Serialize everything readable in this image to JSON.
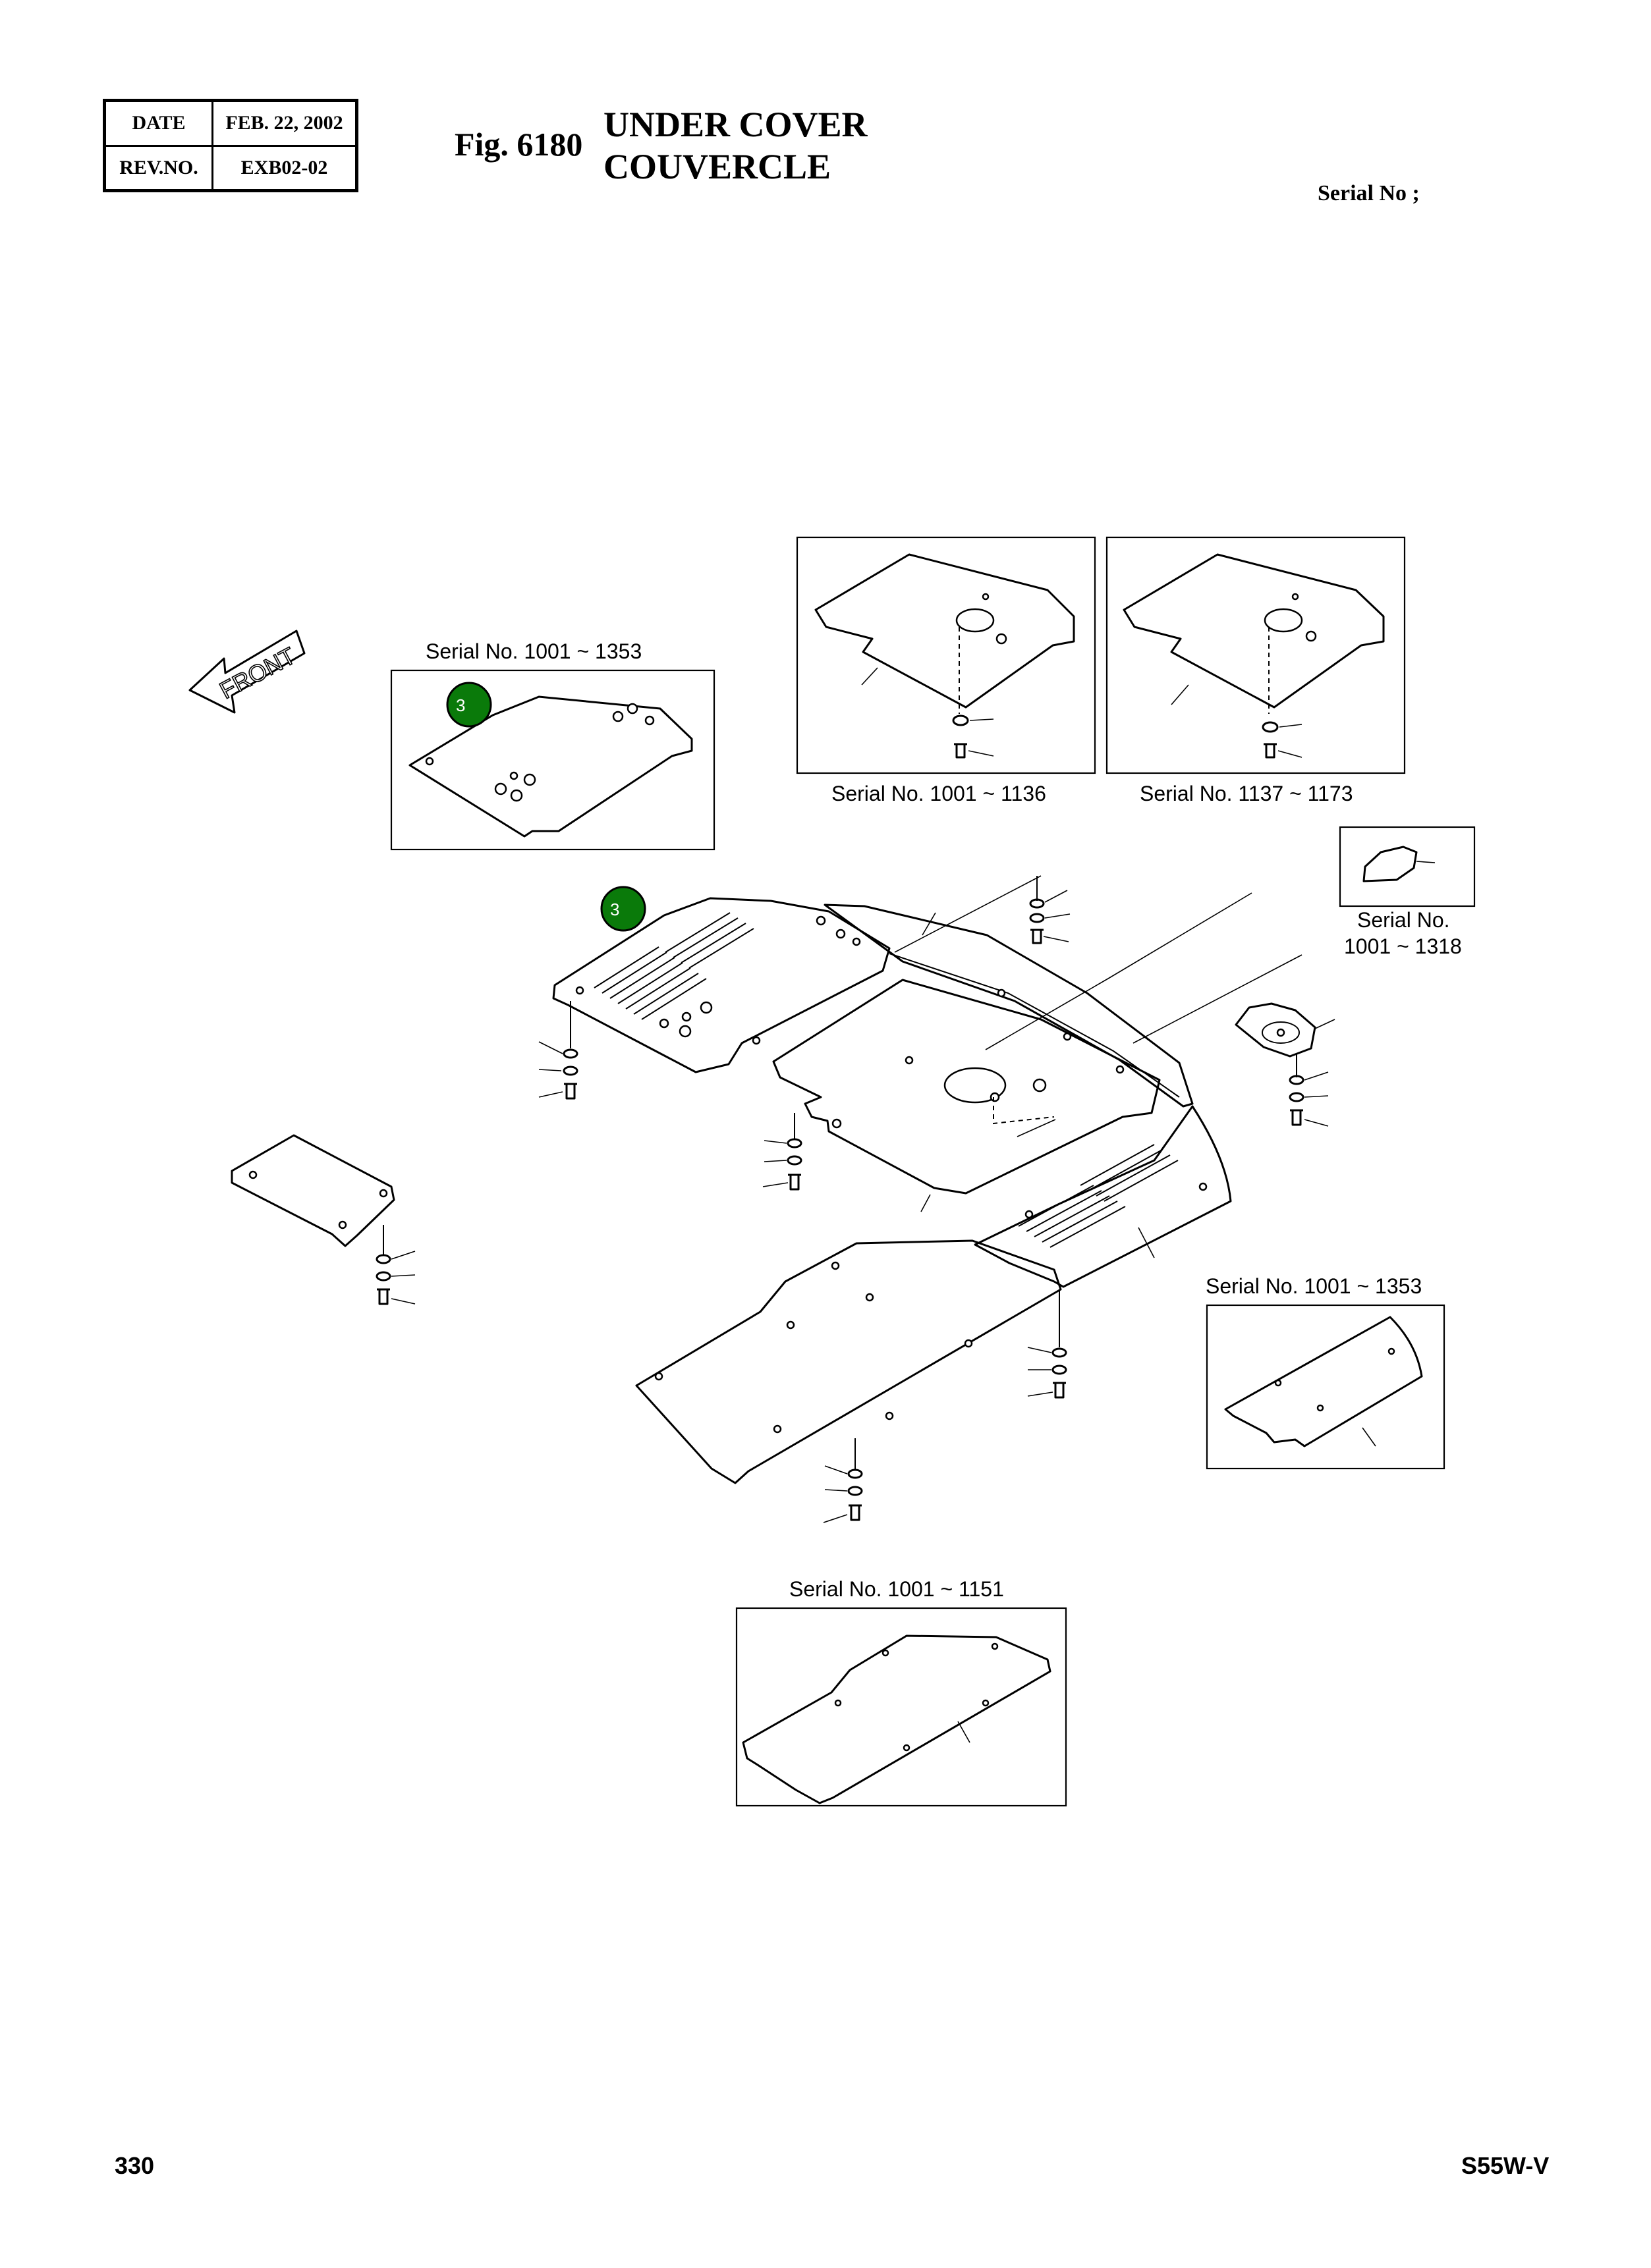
{
  "header": {
    "date_label": "DATE",
    "date_value": "FEB. 22, 2002",
    "rev_label": "REV.NO.",
    "rev_value": "EXB02-02",
    "figure_number": "Fig. 6180",
    "title_en": "UNDER COVER",
    "title_fr": "COUVERCLE",
    "serial_label": "Serial No ;"
  },
  "diagram": {
    "front_label": "FRONT",
    "badges": [
      {
        "text": "3"
      },
      {
        "text": "3"
      }
    ],
    "variant_labels": {
      "top_left_box": "Serial No. 1001 ~ 1353",
      "top_center_box": "Serial No. 1001 ~ 1136",
      "top_right_box": "Serial No. 1137 ~ 1173",
      "small_cover_line1": "Serial No.",
      "small_cover_line2": "1001 ~ 1318",
      "right_box": "Serial No. 1001 ~ 1353",
      "bottom_box": "Serial No. 1001 ~ 1151"
    }
  },
  "footer": {
    "page_number": "330",
    "model": "S55W-V"
  }
}
